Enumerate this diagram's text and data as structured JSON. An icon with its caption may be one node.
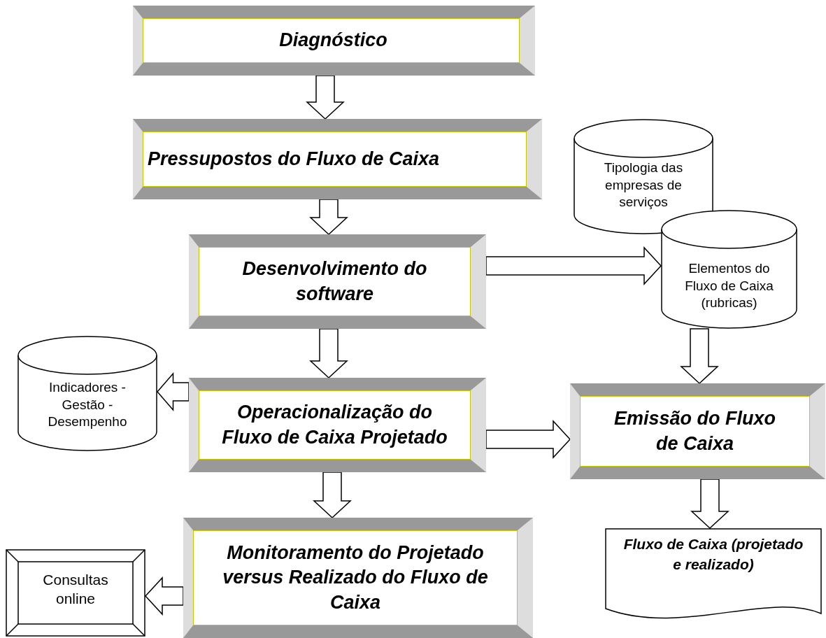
{
  "diagram": {
    "nodes": [
      {
        "text": [
          "Diagnóstico"
        ]
      },
      {
        "text": [
          "Pressupostos do Fluxo de Caixa"
        ]
      },
      {
        "text": [
          "Desenvolvimento do software"
        ]
      },
      {
        "text": [
          "Tipologia das empresas de serviços"
        ]
      },
      {
        "text": [
          "Elementos do Fluxo de Caixa (rubricas)"
        ]
      },
      {
        "text": [
          "Indicadores - Gestão - Desempenho"
        ]
      },
      {
        "text": [
          "Operacionalização do Fluxo de Caixa Projetado"
        ]
      },
      {
        "text": [
          "Emissão do Fluxo de Caixa"
        ]
      },
      {
        "text": [
          "Monitoramento do Projetado versus Realizado do Fluxo de Caixa"
        ]
      },
      {
        "text": [
          "Consultas online"
        ]
      },
      {
        "text": [
          "Fluxo de Caixa (projetado e realizado)"
        ]
      }
    ],
    "edges": [
      {
        "from": 0,
        "to": 1,
        "arrow": "to"
      },
      {
        "from": 1,
        "to": 2,
        "arrow": "to"
      },
      {
        "from": 2,
        "to": 4,
        "arrow": "to"
      },
      {
        "from": 2,
        "to": 6,
        "arrow": "to"
      },
      {
        "from": 6,
        "to": 5,
        "arrow": "to"
      },
      {
        "from": 4,
        "to": 7,
        "arrow": "to"
      },
      {
        "from": 6,
        "to": 7,
        "arrow": "to"
      },
      {
        "from": 6,
        "to": 8,
        "arrow": "to"
      },
      {
        "from": 7,
        "to": 10,
        "arrow": "to"
      },
      {
        "from": 8,
        "to": 9,
        "arrow": "to"
      }
    ]
  }
}
